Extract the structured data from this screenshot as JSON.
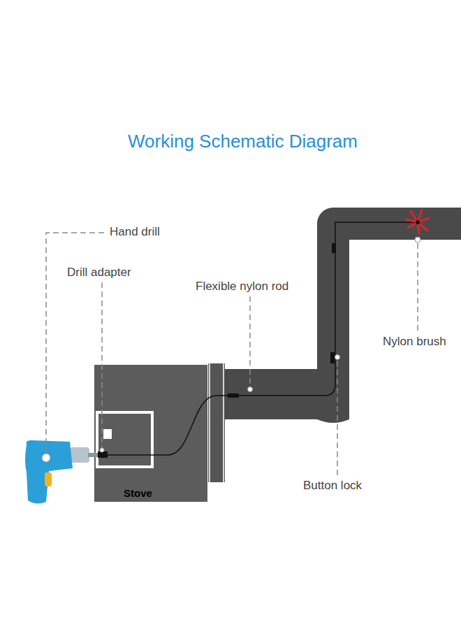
{
  "diagram": {
    "title": "Working Schematic Diagram",
    "nodes": [
      {
        "text": [
          "Stove"
        ]
      }
    ],
    "labels": [
      "Hand drill",
      "Drill adapter",
      "Flexible nylon rod",
      "Nylon brush",
      "Button lock"
    ]
  }
}
